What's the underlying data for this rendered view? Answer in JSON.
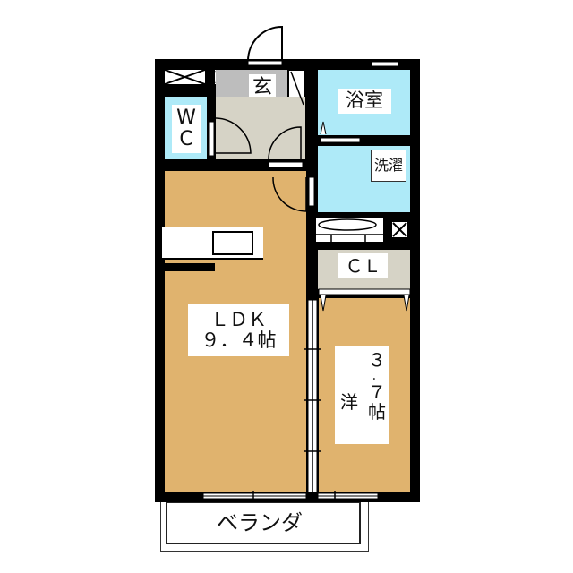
{
  "floorplan": {
    "rooms": {
      "entrance": {
        "label": "玄"
      },
      "bath": {
        "label": "浴室"
      },
      "laundry": {
        "label": "洗濯"
      },
      "wc": {
        "label_line1": "W",
        "label_line2": "C"
      },
      "closet": {
        "label": "ＣＬ"
      },
      "ldk": {
        "label_line1": "ＬＤＫ",
        "label_line2": "９．４帖"
      },
      "western": {
        "label_side": "洋",
        "label_line1": "３",
        "label_line2": "．",
        "label_line3": "７",
        "label_line4": "帖"
      },
      "balcony": {
        "label": "ベランダ"
      }
    },
    "colors": {
      "ldk_floor": "#e0b36e",
      "western_floor": "#e0b36e",
      "bath": "#aeeaf8",
      "wc": "#aeeaf8",
      "entrance_floor": "#bdbdbd",
      "hall_floor": "#d6d3c6",
      "closet": "#d6d3c6",
      "wall": "#000000"
    }
  }
}
